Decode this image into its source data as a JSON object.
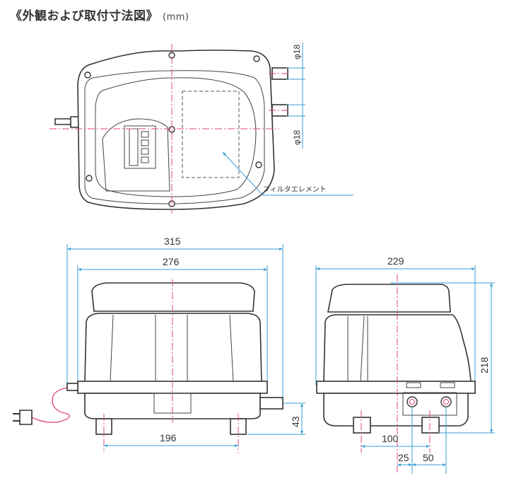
{
  "title": "《外観および取付寸法図》",
  "unit": "(mm)",
  "top_view": {
    "pipe_dia_1": "φ18",
    "pipe_dia_2": "φ18",
    "filter_label": "フィルタエレメント"
  },
  "front_view": {
    "overall_width": "315",
    "body_width": "276",
    "foot_spacing": "196",
    "pipe_height": "43"
  },
  "side_view": {
    "depth": "229",
    "height": "218",
    "foot_spacing": "100",
    "port_offset": "25",
    "port_spacing": "50"
  },
  "colors": {
    "dimension": "#3a9fd6",
    "centerline": "#e0447e",
    "outline": "#333333"
  }
}
